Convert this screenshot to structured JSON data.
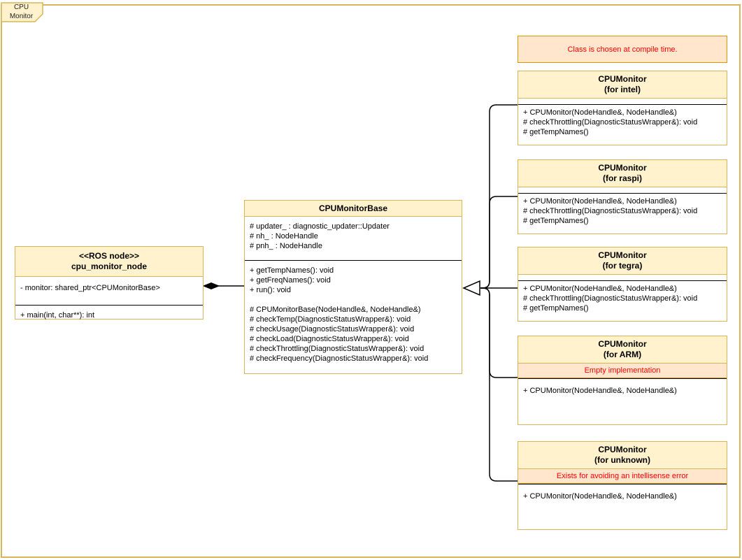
{
  "frame": {
    "tab_line1": "CPU",
    "tab_line2": "Monitor"
  },
  "colors": {
    "class_header_fill": "#fff2cc",
    "class_border": "#d6b656",
    "note_fill": "#ffe6cc",
    "note_border": "#d79b00",
    "note_text": "#ff0000",
    "edge": "#000000"
  },
  "note": {
    "text": "Class is chosen at compile time."
  },
  "classes": {
    "node": {
      "stereotype": "<<ROS node>>",
      "name": "cpu_monitor_node",
      "fields": [
        "- monitor: shared_ptr<CPUMonitorBase>"
      ],
      "methods": [
        "+ main(int, char**): int"
      ]
    },
    "base": {
      "name": "CPUMonitorBase",
      "fields": [
        "# updater_ : diagnostic_updater::Updater",
        "# nh_ : NodeHandle",
        "# pnh_ : NodeHandle"
      ],
      "methods_public": [
        "+ getTempNames(): void",
        "+ getFreqNames(): void",
        "+ run(): void"
      ],
      "methods_protected": [
        "# CPUMonitorBase(NodeHandle&, NodeHandle&)",
        "# checkTemp(DiagnosticStatusWrapper&): void",
        "# checkUsage(DiagnosticStatusWrapper&): void",
        "# checkLoad(DiagnosticStatusWrapper&): void",
        "# checkThrottling(DiagnosticStatusWrapper&): void",
        "# checkFrequency(DiagnosticStatusWrapper&): void"
      ]
    },
    "intel": {
      "name": "CPUMonitor",
      "subtitle": "(for intel)",
      "methods": [
        "+ CPUMonitor(NodeHandle&, NodeHandle&)",
        "# checkThrottling(DiagnosticStatusWrapper&): void",
        "# getTempNames()"
      ]
    },
    "raspi": {
      "name": "CPUMonitor",
      "subtitle": "(for raspi)",
      "methods": [
        "+ CPUMonitor(NodeHandle&, NodeHandle&)",
        "# checkThrottling(DiagnosticStatusWrapper&): void",
        "# getTempNames()"
      ]
    },
    "tegra": {
      "name": "CPUMonitor",
      "subtitle": "(for tegra)",
      "methods": [
        "+ CPUMonitor(NodeHandle&, NodeHandle&)",
        "# checkThrottling(DiagnosticStatusWrapper&): void",
        "# getTempNames()"
      ]
    },
    "arm": {
      "name": "CPUMonitor",
      "subtitle": "(for ARM)",
      "banner": "Empty implementation",
      "methods": [
        "+ CPUMonitor(NodeHandle&, NodeHandle&)"
      ]
    },
    "unknown": {
      "name": "CPUMonitor",
      "subtitle": "(for unknown)",
      "banner": "Exists for avoiding an intellisense error",
      "methods": [
        "+ CPUMonitor(NodeHandle&, NodeHandle&)"
      ]
    }
  }
}
